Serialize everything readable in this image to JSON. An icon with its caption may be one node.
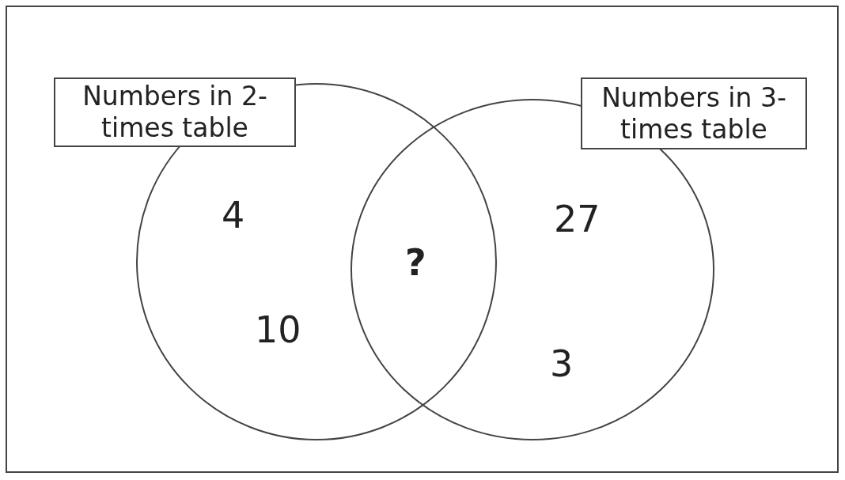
{
  "diagram": {
    "nodes": [
      {
        "text": [
          "Numbers in 2-times table"
        ]
      },
      {
        "text": [
          "Numbers in 3-times table"
        ]
      },
      {
        "text": [],
        "shape": "circle"
      },
      {
        "text": [],
        "shape": "circle"
      }
    ],
    "labels": [
      "4",
      "27",
      "?",
      "10",
      "3"
    ]
  }
}
